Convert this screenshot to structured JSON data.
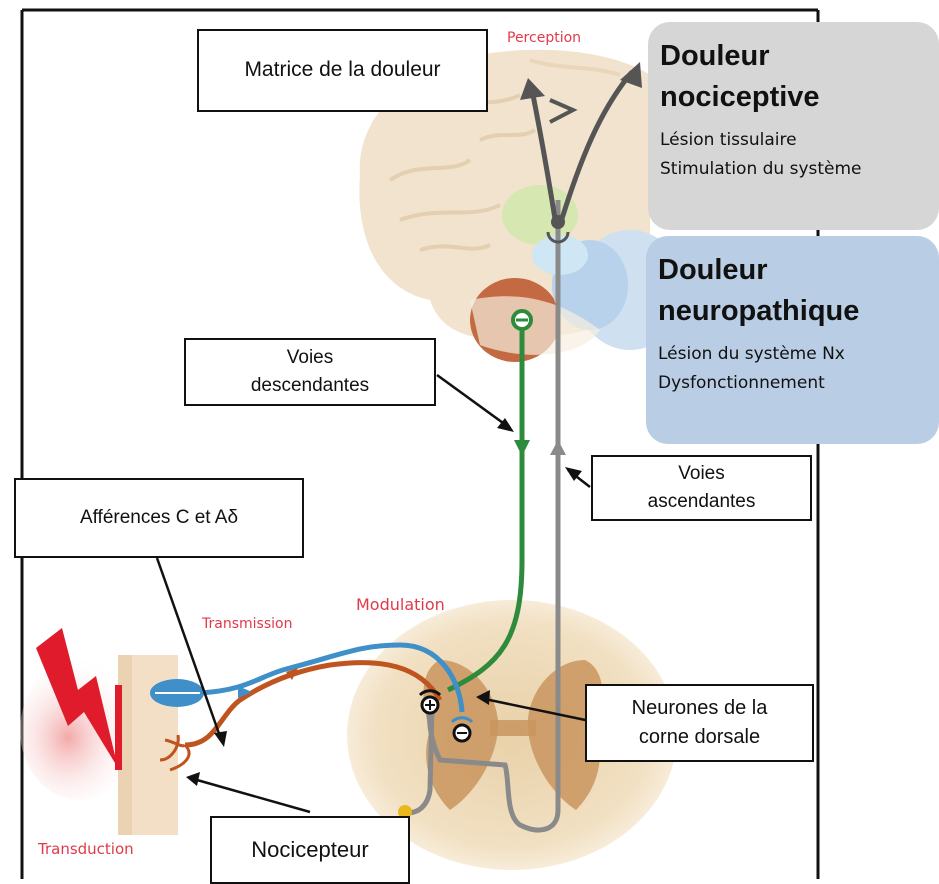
{
  "labels": {
    "matrice": "Matrice de la douleur",
    "voies_descendantes": [
      "Voies",
      "descendantes"
    ],
    "voies_ascendantes": [
      "Voies",
      "ascendantes"
    ],
    "afferences": "Afférences C et Aδ",
    "neurones": [
      "Neurones de la",
      "corne dorsale"
    ],
    "nocicepteur": "Nocicepteur"
  },
  "stages": {
    "perception": "Perception",
    "transmission": "Transmission",
    "modulation": "Modulation",
    "transduction": "Transduction"
  },
  "panels": {
    "nociceptive": {
      "title": [
        "Douleur",
        "nociceptive"
      ],
      "lines": [
        "Lésion tissulaire",
        "Stimulation du système"
      ],
      "bg": "#d6d6d6"
    },
    "neuropathique": {
      "title": [
        "Douleur",
        "neuropathique"
      ],
      "lines": [
        "Lésion du système Nx",
        "Dysfonctionnement"
      ],
      "bg": "#b9cde4"
    }
  },
  "colors": {
    "descending": "#2e8b3c",
    "ascending": "#8a8a8a",
    "afferent_c": "#c0541f",
    "afferent_adelta": "#3f8fc8",
    "stage_text": "#e03a4a"
  },
  "icons": {
    "stimulus": "lightning-bolt-icon",
    "excitatory": "plus-synapse-icon",
    "inhibitory": "minus-synapse-icon"
  }
}
